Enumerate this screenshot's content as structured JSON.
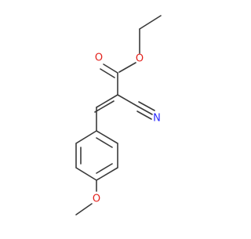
{
  "molecule": {
    "atom_labels": {
      "carbonyl_oxygen": "O",
      "ester_oxygen": "O",
      "nitrile_nitrogen": "N",
      "methoxy_oxygen": "O"
    },
    "colors": {
      "bond": "#3a3a3a",
      "oxygen": "#e3211c",
      "nitrogen": "#2b2bff",
      "background": "#ffffff"
    }
  }
}
